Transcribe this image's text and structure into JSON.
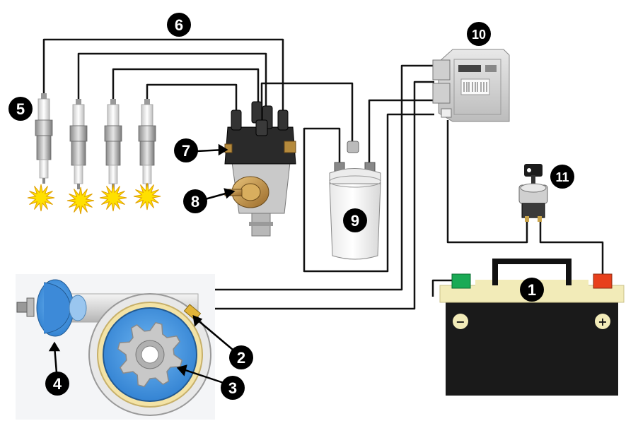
{
  "colors": {
    "wire": "#111111",
    "spark": "#ffe000",
    "spark_outline": "#e0a000",
    "battery_body": "#1a1a1a",
    "battery_top": "#f2ebb8",
    "terminal_negative": "#1aaa55",
    "terminal_positive": "#e8401c",
    "sensor_housing": "#4a9ee6",
    "pickup_coil_ring": "#f3e3a6",
    "reluctor": "#c8c8c8",
    "distributor_cap": "#2a2a2a",
    "ecu_housing": "#d4d4d4",
    "callout_fill": "#000000"
  },
  "callouts": [
    {
      "id": "1",
      "label": "1"
    },
    {
      "id": "2",
      "label": "2"
    },
    {
      "id": "3",
      "label": "3"
    },
    {
      "id": "4",
      "label": "4"
    },
    {
      "id": "5",
      "label": "5"
    },
    {
      "id": "6",
      "label": "6"
    },
    {
      "id": "7",
      "label": "7"
    },
    {
      "id": "8",
      "label": "8"
    },
    {
      "id": "9",
      "label": "9"
    },
    {
      "id": "10",
      "label": "10"
    },
    {
      "id": "11",
      "label": "11"
    }
  ],
  "battery": {
    "negative_label": "−",
    "positive_label": "+"
  },
  "icons": {
    "spark_plug": "spark-plug-icon",
    "spark": "spark-burst-icon",
    "distributor": "distributor-icon",
    "ignition_coil": "ignition-coil-icon",
    "ecu": "ecu-module-icon",
    "ignition_switch": "ignition-key-switch-icon",
    "battery": "battery-icon",
    "reluctor_sensor": "reluctor-sensor-icon"
  }
}
